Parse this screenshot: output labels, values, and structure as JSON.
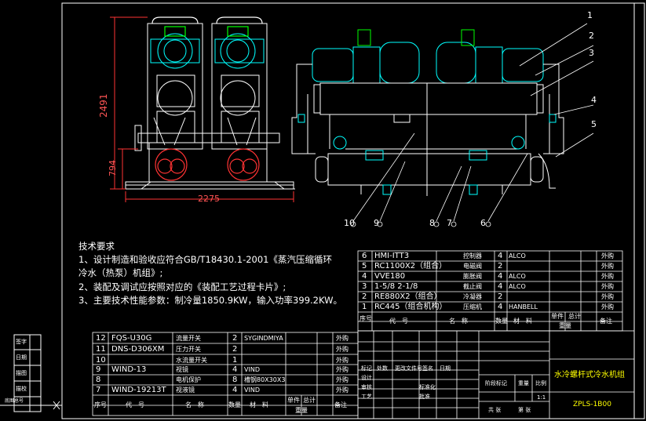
{
  "dimensions": {
    "height_total": "2491",
    "height_lower": "794",
    "width_total": "2275"
  },
  "callouts": [
    "1",
    "2",
    "3",
    "4",
    "5",
    "6",
    "7",
    "8",
    "9",
    "10"
  ],
  "tech_requirements": {
    "title": "技术要求",
    "items": [
      "1、设计制造和验收应符合GB/T18430.1-2001《蒸汽压缩循环",
      "冷水（热泵）机组》;",
      "2、装配及调试应按照对应的《装配工艺过程卡片》;",
      "3、主要技术性能参数：制冷量1850.9KW，输入功率399.2KW。"
    ]
  },
  "bom_right": {
    "rows": [
      {
        "no": "6",
        "code": "HMI-ITT3",
        "name": "控制器",
        "qty": "4",
        "material": "ALCO",
        "note": "外购"
      },
      {
        "no": "5",
        "code": "RC1100X2（组合）",
        "name": "电磁阀",
        "qty": "2",
        "material": "",
        "note": "外购"
      },
      {
        "no": "4",
        "code": "VVE180",
        "name": "膨胀阀",
        "qty": "4",
        "material": "ALCO",
        "note": "外购"
      },
      {
        "no": "3",
        "code": "1-5/8 2-1/8",
        "name": "截止阀",
        "qty": "4",
        "material": "ALCO",
        "note": "外购"
      },
      {
        "no": "2",
        "code": "RE880X2（组合）",
        "name": "冷凝器",
        "qty": "2",
        "material": "",
        "note": "外购"
      },
      {
        "no": "1",
        "code": "RC445（组合机构）",
        "name": "压缩机",
        "qty": "4",
        "material": "HANBELL",
        "note": "外购"
      }
    ],
    "header": {
      "no": "序号",
      "code": "代　号",
      "name": "名　称",
      "qty": "数量",
      "material": "材　料",
      "unit": "单件",
      "total": "总计",
      "weight": "重量",
      "note": "备注"
    }
  },
  "bom_left": {
    "rows": [
      {
        "no": "12",
        "code": "FQS-U30G",
        "name": "流量开关",
        "qty": "2",
        "material": "SYGINDMIYA",
        "note": "外购"
      },
      {
        "no": "11",
        "code": "DNS-D306XM",
        "name": "压力开关",
        "qty": "2",
        "material": "",
        "note": "外购"
      },
      {
        "no": "10",
        "code": "",
        "name": "水流量开关",
        "qty": "1",
        "material": "",
        "note": "外购"
      },
      {
        "no": "9",
        "code": "WIND-13",
        "name": "视镜",
        "qty": "4",
        "material": "VIND",
        "note": "外购"
      },
      {
        "no": "8",
        "code": "",
        "name": "电机保护",
        "qty": "8",
        "material": "槽钢80X30X3",
        "note": "外购"
      },
      {
        "no": "7",
        "code": "WIND-19213T",
        "name": "视液镜",
        "qty": "4",
        "material": "VIND",
        "note": "外购"
      }
    ],
    "header": {
      "no": "序号",
      "code": "代　号",
      "name": "名　称",
      "qty": "数量",
      "material": "材　料",
      "unit": "单件",
      "total": "总计",
      "weight": "重量",
      "note": "备注"
    }
  },
  "title_block": {
    "product_name": "水冷螺杆式冷水机组",
    "drawing_no": "ZPLS-1B00",
    "labels": [
      "标记",
      "处数",
      "更改文件号",
      "签名",
      "日期",
      "设计",
      "审核",
      "工艺",
      "标准化",
      "批准",
      "阶段标记",
      "重量",
      "比例",
      "共　张",
      "第　张"
    ],
    "scale": "1:1",
    "sheet_total": "共 张",
    "sheet_no": "第 张"
  },
  "left_margin_labels": [
    "签字",
    "日期",
    "描图",
    "描校",
    "底图总号"
  ],
  "colors": {
    "background": "#000000",
    "lines": "#ffffff",
    "component": "#00e5ff",
    "piping": "#ffffff",
    "motor": "#ff3333",
    "accent": "#ffff00",
    "dimension": "#ff3333"
  }
}
